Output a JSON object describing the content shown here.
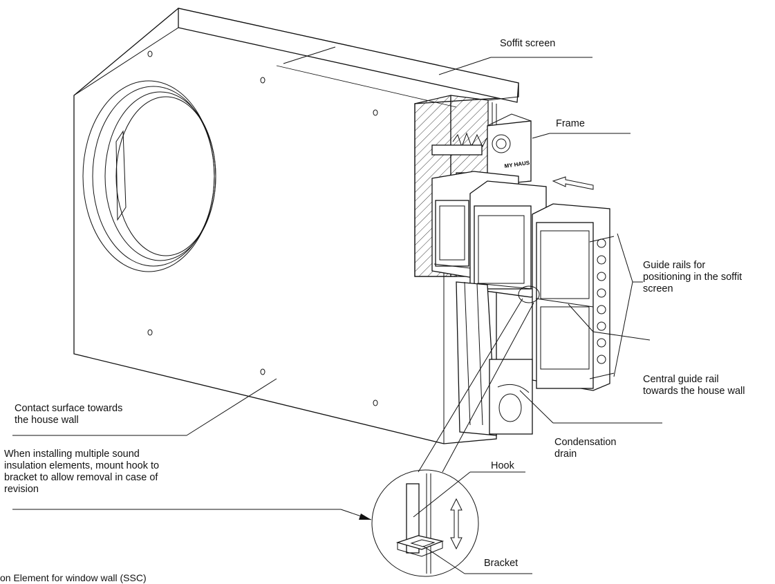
{
  "labels": {
    "soffit_screen": "Soffit screen",
    "frame": "Frame",
    "guide_rails": "Guide rails for\npositioning in the soffit\nscreen",
    "central_guide_rail": "Central guide rail\ntowards the house wall",
    "contact_surface": "Contact surface towards\nthe house wall",
    "condensation_drain": "Condensation\ndrain",
    "installing_note": "When installing multiple sound\ninsulation elements, mount hook to\nbracket to allow removal in case of\nrevision",
    "hook": "Hook",
    "bracket": "Bracket",
    "caption": "on Element for window wall (SSC)",
    "brand_mark": "MY HAUS"
  }
}
